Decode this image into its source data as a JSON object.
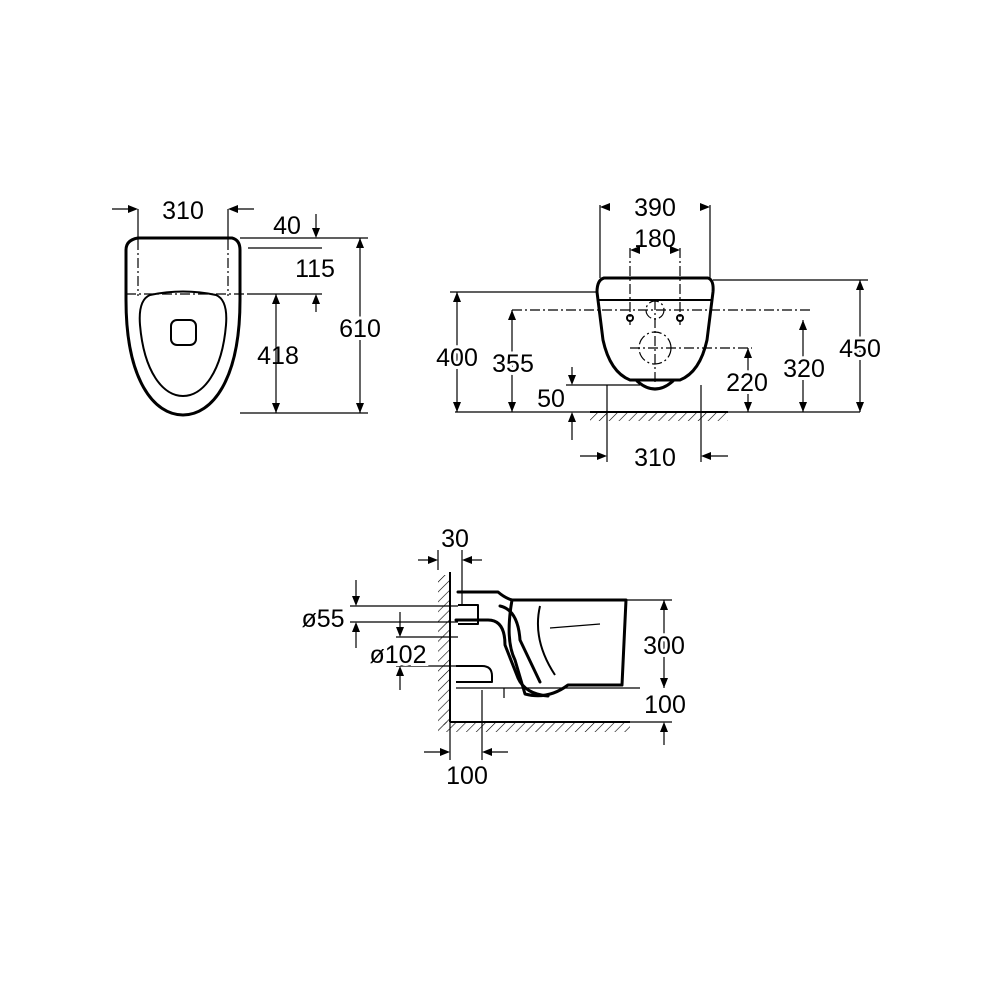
{
  "top_view": {
    "width": "310",
    "offset_top": "40",
    "hole_offset": "115",
    "hole_to_front": "418",
    "length": "610"
  },
  "front_view": {
    "width": "390",
    "hole_spacing": "180",
    "height_total": "450",
    "height_top": "400",
    "hole_height_left": "355",
    "hole_height_right": "320",
    "outlet_height": "220",
    "bottom_clearance": "50",
    "base_width": "310"
  },
  "side_view": {
    "wall_thickness": "30",
    "inlet_diameter": "ø55",
    "outlet_diameter": "ø102",
    "bowl_height": "300",
    "floor_gap": "100",
    "wall_offset": "100"
  }
}
